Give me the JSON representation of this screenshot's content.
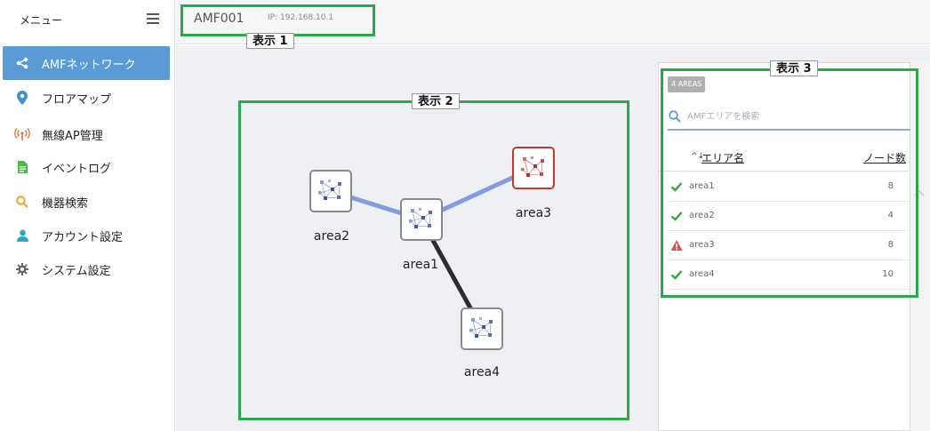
{
  "sidebar": {
    "title": "メニュー",
    "items": [
      {
        "label": "AMFネットワーク",
        "icon": "share-icon",
        "active": true
      },
      {
        "label": "フロアマップ",
        "icon": "map-pin-icon",
        "active": false
      },
      {
        "label": "無線AP管理",
        "icon": "wireless-ap-icon",
        "active": false
      },
      {
        "label": "イベントログ",
        "icon": "document-icon",
        "active": false
      },
      {
        "label": "機器検索",
        "icon": "search-icon",
        "active": false
      },
      {
        "label": "アカウント設定",
        "icon": "user-icon",
        "active": false
      },
      {
        "label": "システム設定",
        "icon": "gear-icon",
        "active": false
      }
    ]
  },
  "header": {
    "device_name": "AMF001",
    "device_ip": "IP: 192.168.10.1"
  },
  "topology": {
    "nodes": [
      {
        "id": "area1",
        "label": "area1",
        "status": "ok"
      },
      {
        "id": "area2",
        "label": "area2",
        "status": "ok"
      },
      {
        "id": "area3",
        "label": "area3",
        "status": "warning"
      },
      {
        "id": "area4",
        "label": "area4",
        "status": "ok"
      }
    ],
    "links": [
      {
        "from": "area1",
        "to": "area2",
        "style": "light"
      },
      {
        "from": "area1",
        "to": "area3",
        "style": "light"
      },
      {
        "from": "area1",
        "to": "area4",
        "style": "dark"
      }
    ]
  },
  "panel": {
    "badge": "4 AREAS",
    "search_placeholder": "AMFエリアを検索",
    "sort_indicator": "^↓",
    "col_name": "エリア名",
    "col_nodes": "ノード数",
    "rows": [
      {
        "name": "area1",
        "nodes": "8",
        "status": "ok"
      },
      {
        "name": "area2",
        "nodes": "4",
        "status": "ok"
      },
      {
        "name": "area3",
        "nodes": "8",
        "status": "warning"
      },
      {
        "name": "area4",
        "nodes": "10",
        "status": "ok"
      }
    ]
  },
  "annotations": {
    "label1": "表示 1",
    "label2": "表示 2",
    "label3": "表示 3"
  },
  "colors": {
    "accent": "#5b9bd5",
    "ok": "#3aa33a",
    "warning": "#d9534f",
    "highlight": "#2aa84a"
  }
}
